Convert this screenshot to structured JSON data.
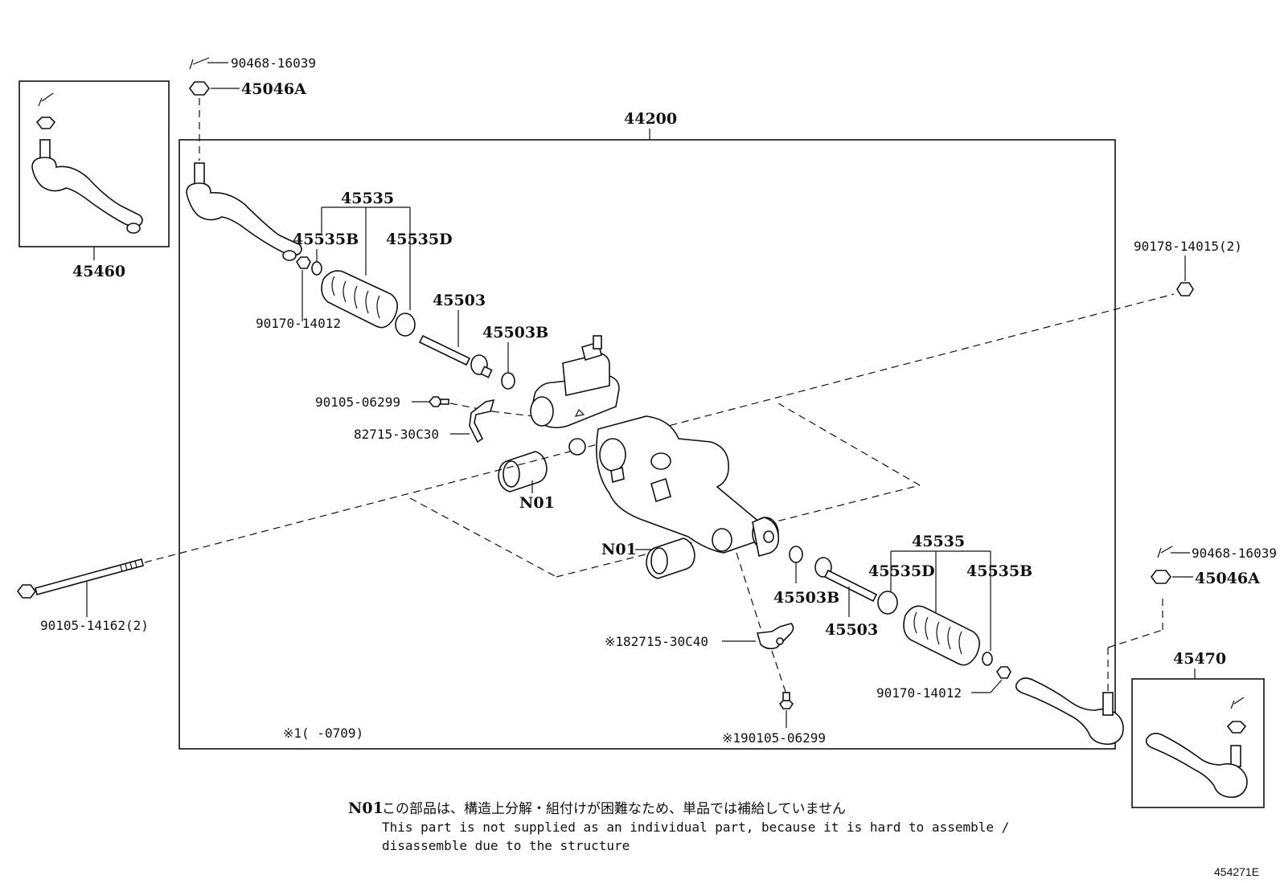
{
  "assembly_label": "44200",
  "left_tie_rod_end_label": "45460",
  "right_tie_rod_end_label": "45470",
  "callouts": {
    "cotter_pin_top_left": "90468-16039",
    "nut_top_left": "45046A",
    "boot_left": "45535",
    "boot_left_clamp_small": "45535B",
    "boot_left_clamp_large": "45535D",
    "tie_rod_left": "45503",
    "washer_left": "45503B",
    "lock_nut_left": "90170-14012",
    "bolt_small": "90105-06299",
    "bracket": "82715-30C30",
    "bushing_left": "N01",
    "bushing_right": "N01",
    "mount_nut": "90178-14015(2)",
    "mount_bolt": "90105-14162(2)",
    "bracket_alt": "※182715-30C40",
    "bolt_small_alt": "※190105-06299",
    "washer_right": "45503B",
    "tie_rod_right": "45503",
    "boot_right": "45535",
    "boot_right_clamp_large": "45535D",
    "boot_right_clamp_small": "45535B",
    "lock_nut_right": "90170-14012",
    "cotter_pin_right": "90468-16039",
    "nut_right": "45046A"
  },
  "footnote_range": "※1(     -0709)",
  "note": {
    "code": "N01",
    "japanese": "この部品は、構造上分解・組付けが困難なため、単品では補給していません",
    "english_line1": "This part is not supplied as an individual part, because it is hard to assemble /",
    "english_line2": "disassemble due to the structure"
  },
  "diagram_id": "454271E"
}
